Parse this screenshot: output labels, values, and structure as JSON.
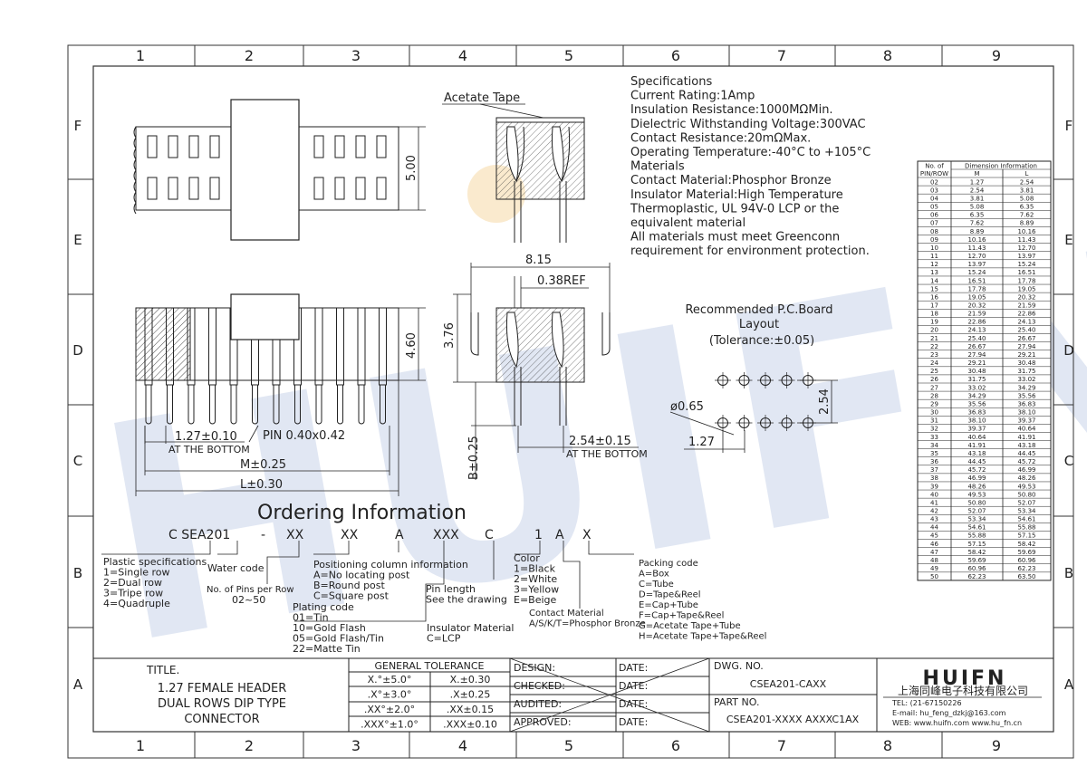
{
  "frame": {
    "columns": [
      "1",
      "2",
      "3",
      "4",
      "5",
      "6",
      "7",
      "8",
      "9"
    ],
    "rows": [
      "F",
      "E",
      "D",
      "C",
      "B",
      "A"
    ]
  },
  "watermark": "HUIFN",
  "views": {
    "acetate_tape": "Acetate Tape",
    "height": "5.00",
    "height2": "4.60",
    "dim_376": "3.76",
    "dim_815": "8.15",
    "dim_038": "0.38REF",
    "pitch": "1.27±0.10",
    "pitch_note": "AT THE BOTTOM",
    "pin": "PIN 0.40x0.42",
    "m": "M±0.25",
    "l": "L±0.30",
    "b": "B±0.25",
    "row_pitch": "2.54±0.15",
    "row_pitch_note": "AT THE BOTTOM"
  },
  "specifications": [
    "Specifications",
    "Current Rating:1Amp",
    "Insulation Resistance:1000MΩMin.",
    "Dielectric Withstanding Voltage:300VAC",
    "Contact Resistance:20mΩMax.",
    "Operating Temperature:-40°C to +105°C",
    "Materials",
    "Contact Material:Phosphor Bronze",
    "Insulator Material:High Temperature",
    "Thermoplastic, UL 94V-0 LCP or the",
    "equivalent material",
    "All materials must meet Greenconn",
    "requirement for environment protection."
  ],
  "pcb": {
    "title1": "Recommended P.C.Board",
    "title2": "Layout",
    "tolerance": "(Tolerance:±0.05)",
    "hole": "ø0.65",
    "pitch_v": "2.54",
    "pitch_h": "1.27"
  },
  "ordering": {
    "title": "Ordering Information",
    "code_parts": [
      "C SEA201",
      "-",
      "XX",
      "XX",
      "A",
      "XXX",
      "C",
      "1",
      "A",
      "X"
    ],
    "plastic": [
      "Plastic specifications",
      "1=Single row",
      "2=Dual row",
      "3=Tripe row",
      "4=Quadruple"
    ],
    "water": "Water code",
    "pins": [
      "No. of Pins per Row",
      "02~50"
    ],
    "plating": [
      "Plating code",
      "01=Tin",
      "10=Gold Flash",
      "05=Gold Flash/Tin",
      "22=Matte Tin"
    ],
    "positioning": [
      "Positioning column information",
      "A=No locating post",
      "B=Round post",
      "C=Square post"
    ],
    "pin_length": [
      "Pin length",
      "See the drawing"
    ],
    "insulator": [
      "Insulator Material",
      "C=LCP"
    ],
    "color": [
      "Color",
      "1=Black",
      "2=White",
      "3=Yellow",
      "E=Beige"
    ],
    "contact": [
      "Contact Material",
      "A/S/K/T=Phosphor Bronze"
    ],
    "packing": [
      "Packing code",
      "A=Box",
      "C=Tube",
      "D=Tape&Reel",
      "E=Cap+Tube",
      "F=Cap+Tape&Reel",
      "G=Acetate Tape+Tube",
      "H=Acetate Tape+Tape&Reel"
    ]
  },
  "dim_table": {
    "header_no1": "No. of",
    "header_no2": "PIN/ROW",
    "header_dim": "Dimension Information",
    "col_m": "M",
    "col_l": "L",
    "rows": [
      [
        "02",
        "1.27",
        "2.54"
      ],
      [
        "03",
        "2.54",
        "3.81"
      ],
      [
        "04",
        "3.81",
        "5.08"
      ],
      [
        "05",
        "5.08",
        "6.35"
      ],
      [
        "06",
        "6.35",
        "7.62"
      ],
      [
        "07",
        "7.62",
        "8.89"
      ],
      [
        "08",
        "8.89",
        "10.16"
      ],
      [
        "09",
        "10.16",
        "11.43"
      ],
      [
        "10",
        "11.43",
        "12.70"
      ],
      [
        "11",
        "12.70",
        "13.97"
      ],
      [
        "12",
        "13.97",
        "15.24"
      ],
      [
        "13",
        "15.24",
        "16.51"
      ],
      [
        "14",
        "16.51",
        "17.78"
      ],
      [
        "15",
        "17.78",
        "19.05"
      ],
      [
        "16",
        "19.05",
        "20.32"
      ],
      [
        "17",
        "20.32",
        "21.59"
      ],
      [
        "18",
        "21.59",
        "22.86"
      ],
      [
        "19",
        "22.86",
        "24.13"
      ],
      [
        "20",
        "24.13",
        "25.40"
      ],
      [
        "21",
        "25.40",
        "26.67"
      ],
      [
        "22",
        "26.67",
        "27.94"
      ],
      [
        "23",
        "27.94",
        "29.21"
      ],
      [
        "24",
        "29.21",
        "30.48"
      ],
      [
        "25",
        "30.48",
        "31.75"
      ],
      [
        "26",
        "31.75",
        "33.02"
      ],
      [
        "27",
        "33.02",
        "34.29"
      ],
      [
        "28",
        "34.29",
        "35.56"
      ],
      [
        "29",
        "35.56",
        "36.83"
      ],
      [
        "30",
        "36.83",
        "38.10"
      ],
      [
        "31",
        "38.10",
        "39.37"
      ],
      [
        "32",
        "39.37",
        "40.64"
      ],
      [
        "33",
        "40.64",
        "41.91"
      ],
      [
        "34",
        "41.91",
        "43.18"
      ],
      [
        "35",
        "43.18",
        "44.45"
      ],
      [
        "36",
        "44.45",
        "45.72"
      ],
      [
        "37",
        "45.72",
        "46.99"
      ],
      [
        "38",
        "46.99",
        "48.26"
      ],
      [
        "39",
        "48.26",
        "49.53"
      ],
      [
        "40",
        "49.53",
        "50.80"
      ],
      [
        "41",
        "50.80",
        "52.07"
      ],
      [
        "42",
        "52.07",
        "53.34"
      ],
      [
        "43",
        "53.34",
        "54.61"
      ],
      [
        "44",
        "54.61",
        "55.88"
      ],
      [
        "45",
        "55.88",
        "57.15"
      ],
      [
        "46",
        "57.15",
        "58.42"
      ],
      [
        "47",
        "58.42",
        "59.69"
      ],
      [
        "48",
        "59.69",
        "60.96"
      ],
      [
        "49",
        "60.96",
        "62.23"
      ],
      [
        "50",
        "62.23",
        "63.50"
      ]
    ]
  },
  "title_block": {
    "title_label": "TITLE.",
    "title_lines": [
      "1.27 FEMALE HEADER",
      "DUAL ROWS DIP TYPE",
      "CONNECTOR"
    ],
    "tol_header": "GENERAL TOLERANCE",
    "tol_rows": [
      [
        "X.°±5.0°",
        "X.±0.30"
      ],
      [
        ".X°±3.0°",
        ".X±0.25"
      ],
      [
        ".XX°±2.0°",
        ".XX±0.15"
      ],
      [
        ".XXX°±1.0°",
        ".XXX±0.10"
      ]
    ],
    "roles": [
      "DESIGN:",
      "CHECKED:",
      "AUDITED:",
      "APPROVED:"
    ],
    "date_label": "DATE:",
    "dwg_label": "DWG. NO.",
    "dwg_no": "CSEA201-CAXX",
    "part_label": "PART NO.",
    "part_no": "CSEA201-XXXX AXXXC1AX",
    "company_logo": "HUIFN",
    "company_name": "上海同峰电子科技有限公司",
    "tel": "TEL: (21-67150226",
    "email": "E-mail: hu_feng_dzkj@163.com",
    "web": "WEB: www.huifn.com  www.hu_fn.cn"
  }
}
